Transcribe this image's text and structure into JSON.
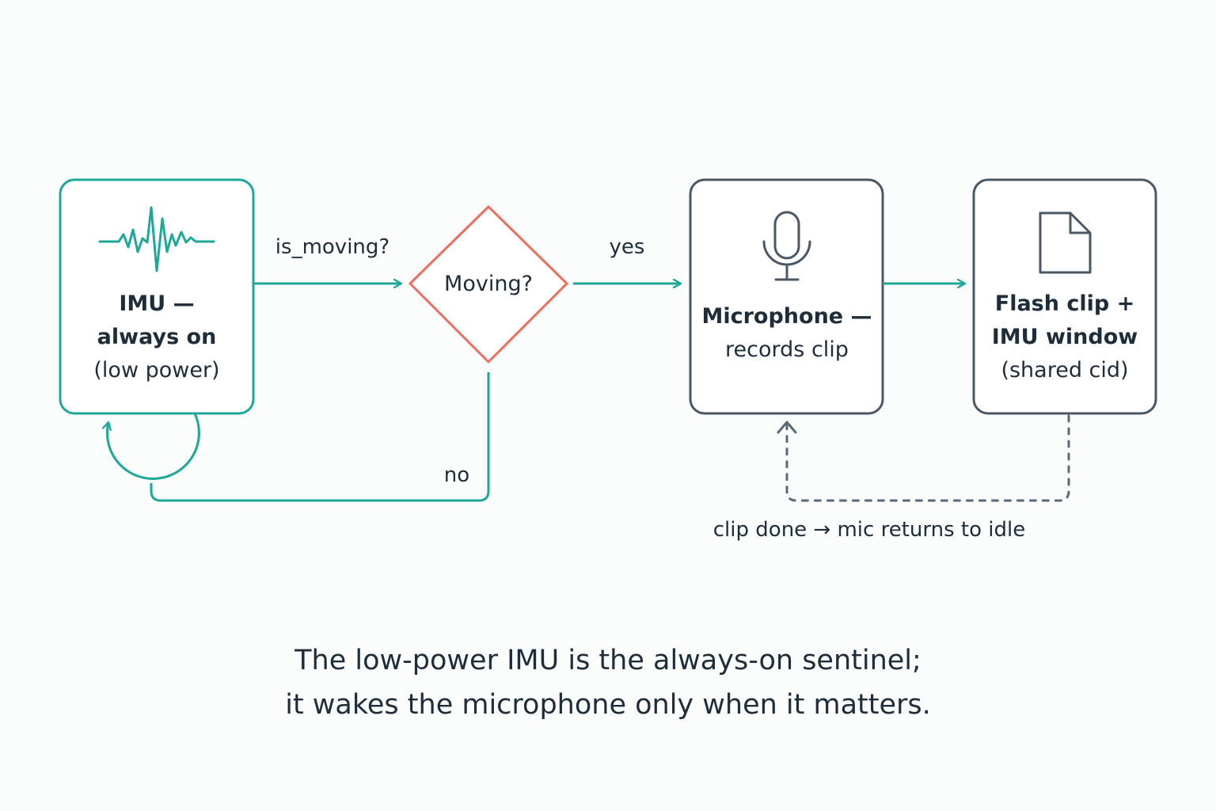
{
  "colors": {
    "teal": "#1fa898",
    "coral": "#ec6f5f",
    "slate": "#4a5866",
    "text": "#1f2d3a",
    "background": "#fbfcfc"
  },
  "nodes": {
    "imu": {
      "icon": "waveform-icon",
      "line1": "IMU —",
      "line2": "always on",
      "line3": "(low power)"
    },
    "decision": {
      "label": "Moving?"
    },
    "microphone": {
      "icon": "microphone-icon",
      "line1": "Microphone —",
      "line2": "records clip"
    },
    "flash": {
      "icon": "document-icon",
      "line1": "Flash clip +",
      "line2": "IMU window",
      "line3": "(shared cid)"
    }
  },
  "edges": {
    "imu_to_decision": "is_moving?",
    "decision_yes": "yes",
    "decision_no": "no",
    "return_to_idle": "clip done → mic returns to idle"
  },
  "caption": {
    "line1": "The low-power IMU is the always-on sentinel;",
    "line2": "it wakes the microphone only when it matters."
  }
}
